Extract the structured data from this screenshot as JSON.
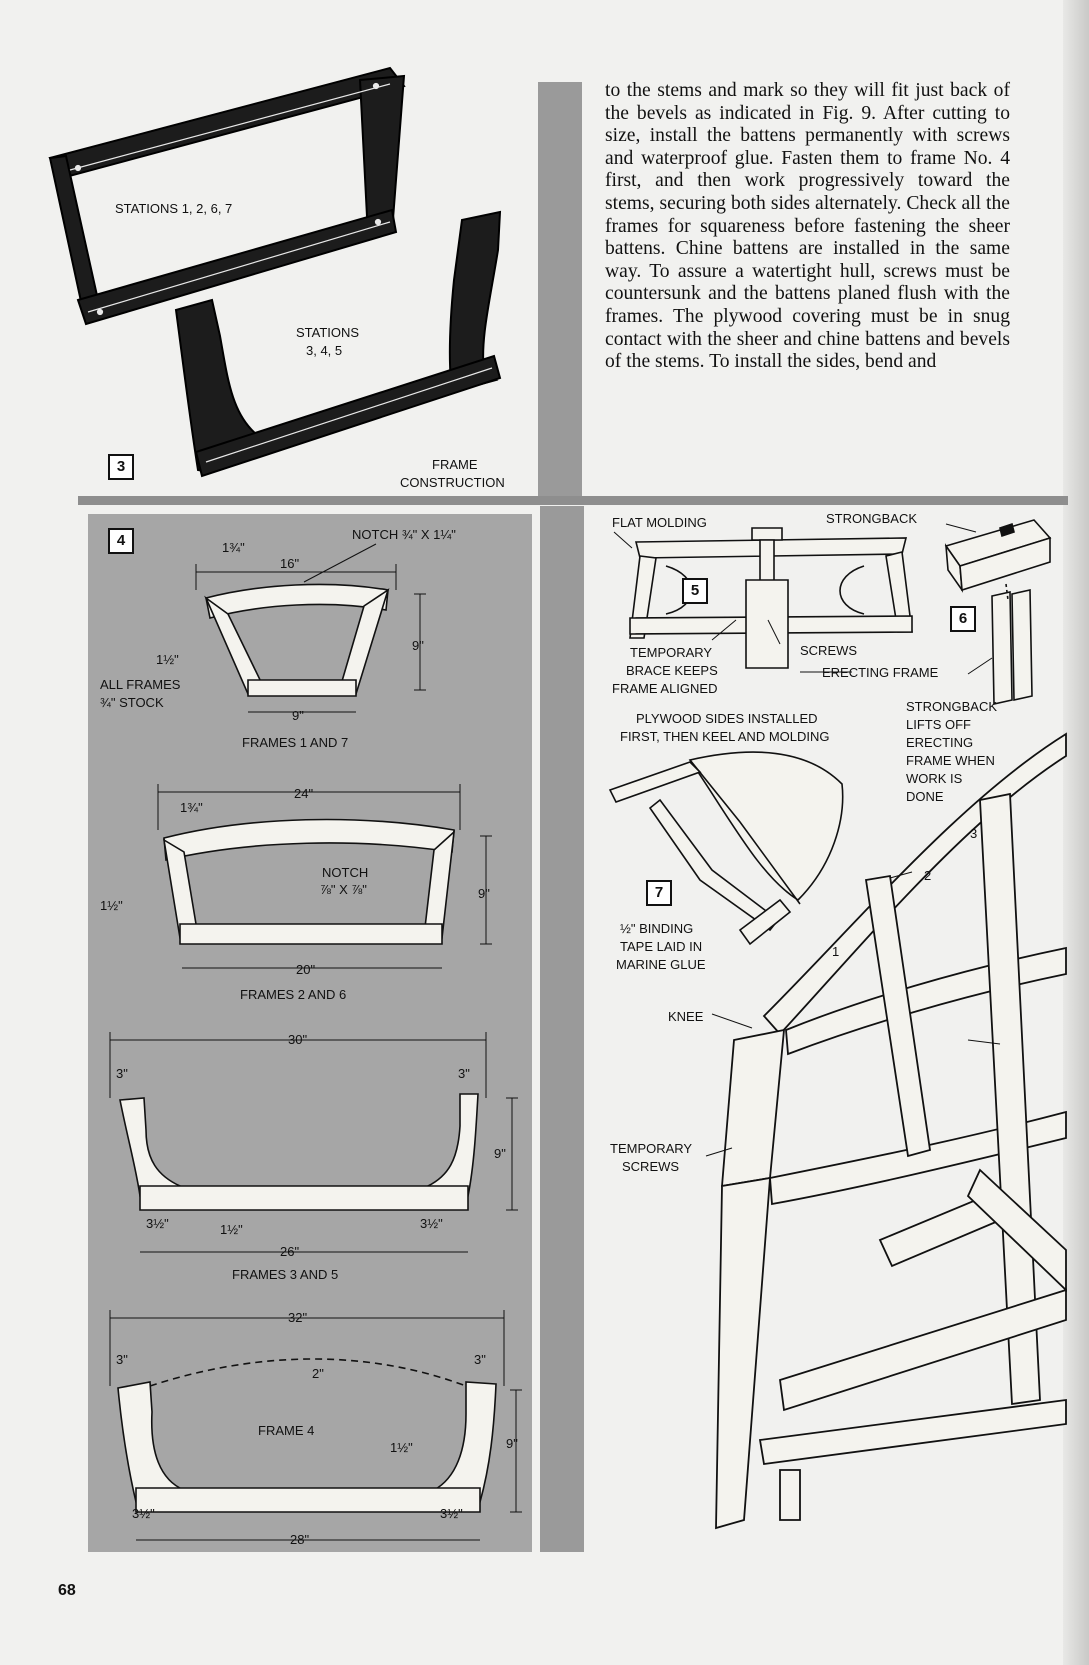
{
  "page_number": "68",
  "body_text": "to the stems and mark so they will fit just back of the bevels as indicated in Fig. 9. After cutting to size, install the battens permanently with screws and waterproof glue. Fasten them to frame No. 4 first, and then work progressively toward the stems, securing both sides alternately. Check all the frames for squareness before fastening the sheer battens. Chine battens are installed in the same way. To assure a watertight hull, screws must be countersunk and the battens planed flush with the frames. The plywood covering must be in snug contact with the sheer and chine battens and bevels of the stems. To install the sides, bend and",
  "fig3": {
    "number": "3",
    "label_stations_a": "STATIONS 1, 2, 6, 7",
    "label_stations_b_1": "STATIONS",
    "label_stations_b_2": "3, 4, 5",
    "caption_1": "FRAME",
    "caption_2": "CONSTRUCTION"
  },
  "fig4": {
    "number": "4",
    "notch_label": "NOTCH ¾\" X 1¼\"",
    "all_frames_1": "ALL FRAMES",
    "all_frames_2": "¾\" STOCK",
    "f17": {
      "w_top": "16\"",
      "w_corner": "1¾\"",
      "h": "9\"",
      "side": "1½\"",
      "w_bottom": "9\"",
      "caption": "FRAMES 1 AND 7"
    },
    "f26": {
      "w_top": "24\"",
      "w_corner": "1¾\"",
      "notch_1": "NOTCH",
      "notch_2": "⅞\" X ⅞\"",
      "h": "9\"",
      "side": "1½\"",
      "w_bottom": "20\"",
      "caption": "FRAMES 2 AND 6"
    },
    "f35": {
      "w_top": "30\"",
      "left": "3\"",
      "right": "3\"",
      "h": "9\"",
      "bl": "3½\"",
      "mid": "1½\"",
      "br": "3½\"",
      "w_bottom": "26\"",
      "caption": "FRAMES 3 AND 5"
    },
    "f4": {
      "w_top": "32\"",
      "left": "3\"",
      "right": "3\"",
      "crown": "2\"",
      "label": "FRAME 4",
      "mid": "1½\"",
      "h": "9\"",
      "bl": "3½\"",
      "br": "3½\"",
      "w_bottom": "28\""
    }
  },
  "fig5": {
    "number": "5",
    "flat_molding": "FLAT MOLDING",
    "strongback": "STRONGBACK",
    "temp_brace_1": "TEMPORARY",
    "temp_brace_2": "BRACE KEEPS",
    "temp_brace_3": "FRAME ALIGNED",
    "screws": "SCREWS",
    "erecting_frame": "ERECTING FRAME",
    "plywood_1": "PLYWOOD SIDES INSTALLED",
    "plywood_2": "FIRST, THEN KEEL AND MOLDING"
  },
  "fig6": {
    "number": "6",
    "lifts_1": "STRONGBACK",
    "lifts_2": "LIFTS OFF",
    "lifts_3": "ERECTING",
    "lifts_4": "FRAME WHEN",
    "lifts_5": "WORK IS",
    "lifts_6": "DONE"
  },
  "fig7": {
    "number": "7",
    "tape_1": "½\" BINDING",
    "tape_2": "TAPE LAID IN",
    "tape_3": "MARINE GLUE"
  },
  "fig_main": {
    "knee": "KNEE",
    "temp_screws_1": "TEMPORARY",
    "temp_screws_2": "SCREWS",
    "n1": "1",
    "n2": "2",
    "n3": "3"
  }
}
